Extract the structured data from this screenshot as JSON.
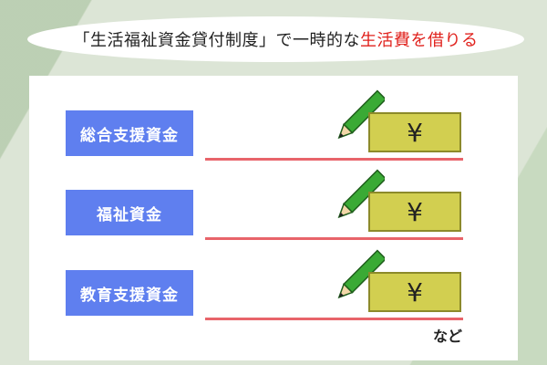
{
  "title": {
    "prefix": "「生活福祉資金貸付制度」で一時的な",
    "highlight": "生活費を借りる"
  },
  "rows": [
    {
      "label": "総合支援資金",
      "symbol": "¥"
    },
    {
      "label": "福祉資金",
      "symbol": "¥"
    },
    {
      "label": "教育支援資金",
      "symbol": "¥"
    }
  ],
  "footer_note": "など",
  "colors": {
    "label_bg": "#5f7fef",
    "yen_bg": "#d2cf50",
    "underline": "#e8646a",
    "pencil": "#3aaa35",
    "accent_text": "#e0211c"
  },
  "icons": {
    "pencil": "pencil-icon"
  }
}
